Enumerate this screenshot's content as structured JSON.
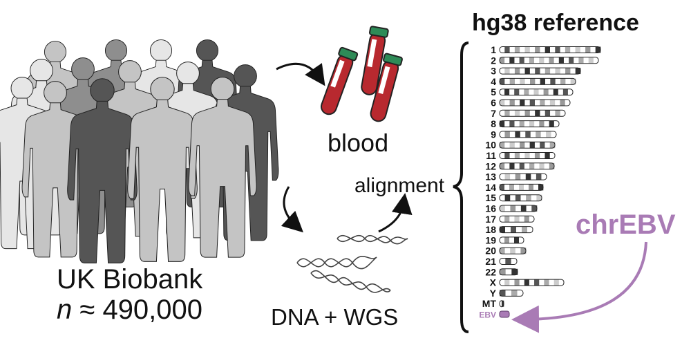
{
  "cohort": {
    "name": "UK Biobank",
    "n_symbol": "n",
    "n_value": "≈ 490,000"
  },
  "steps": {
    "blood": "blood",
    "alignment": "alignment",
    "dna_wgs": "DNA + WGS"
  },
  "reference": {
    "title": "hg38 reference",
    "chromosomes": [
      {
        "label": "1"
      },
      {
        "label": "2"
      },
      {
        "label": "3"
      },
      {
        "label": "4"
      },
      {
        "label": "5"
      },
      {
        "label": "6"
      },
      {
        "label": "7"
      },
      {
        "label": "8"
      },
      {
        "label": "9"
      },
      {
        "label": "10"
      },
      {
        "label": "11"
      },
      {
        "label": "12"
      },
      {
        "label": "13"
      },
      {
        "label": "14"
      },
      {
        "label": "15"
      },
      {
        "label": "16"
      },
      {
        "label": "17"
      },
      {
        "label": "18"
      },
      {
        "label": "19"
      },
      {
        "label": "20"
      },
      {
        "label": "21"
      },
      {
        "label": "22"
      },
      {
        "label": "X"
      },
      {
        "label": "Y"
      },
      {
        "label": "MT"
      },
      {
        "label": "EBV",
        "highlight": true
      }
    ]
  },
  "highlight": {
    "label": "chrEBV",
    "color": "#a97bb5"
  },
  "colors": {
    "person_dark": "#555555",
    "person_mid": "#8e8e8e",
    "person_light": "#c4c4c4",
    "person_lighter": "#e6e6e6",
    "blood": "#b8292f",
    "tube_cap": "#2e8b57"
  }
}
